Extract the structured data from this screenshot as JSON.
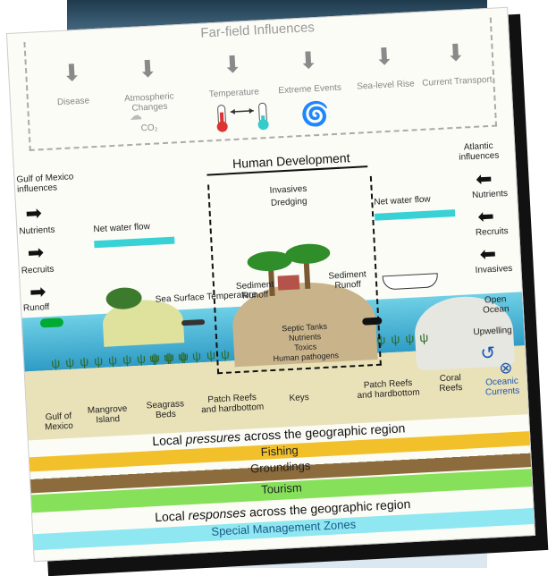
{
  "colors": {
    "water": "#4fb7d8",
    "sand": "#e9e1b7",
    "fishing": "#f2c02a",
    "groundings": "#8c6b3c",
    "tourism": "#86e05a",
    "zones": "#8ee7f1",
    "net_flow_arrow": "#38d2d6"
  },
  "far_field": {
    "title": "Far-field Influences",
    "items": [
      "Disease",
      "Atmospheric Changes",
      "Temperature",
      "Extreme Events",
      "Sea-level Rise",
      "Current Transport"
    ],
    "co2": "CO₂"
  },
  "human_development": {
    "title": "Human Development",
    "items": [
      "Invasives",
      "Dredging"
    ]
  },
  "gulf": {
    "label": "Gulf of Mexico\ninfluences",
    "items": [
      "Nutrients",
      "Recruits",
      "Runoff"
    ]
  },
  "atlantic": {
    "label": "Atlantic\ninfluences",
    "items": [
      "Nutrients",
      "Recruits",
      "Invasives"
    ]
  },
  "net_water_flow": [
    "Net water flow",
    "Net water flow"
  ],
  "sediment_runoff": [
    "Sediment\nRunoff",
    "Sediment\nRunoff"
  ],
  "sea_surface_temperature": "Sea Surface Temperature",
  "keys_pollutants": [
    "Septic Tanks",
    "Nutrients",
    "Toxics",
    "Human pathogens"
  ],
  "open_ocean": "Open\nOcean",
  "upwelling": "Upwelling",
  "oceanic_currents": "Oceanic\nCurrents",
  "habitats": [
    "Gulf of\nMexico",
    "Mangrove\nIsland",
    "Seagrass\nBeds",
    "Patch Reefs\nand hardbottom",
    "Keys",
    "Patch Reefs\nand hardbottom",
    "Coral\nReefs"
  ],
  "pressures": {
    "title_before": "Local ",
    "title_em": "pressures",
    "title_after": " across the geographic region",
    "fishing": "Fishing",
    "groundings": "Groundings",
    "tourism": "Tourism"
  },
  "responses": {
    "title_before": "Local ",
    "title_em": "responses",
    "title_after": " across the geographic region",
    "zones": "Special Management Zones"
  }
}
